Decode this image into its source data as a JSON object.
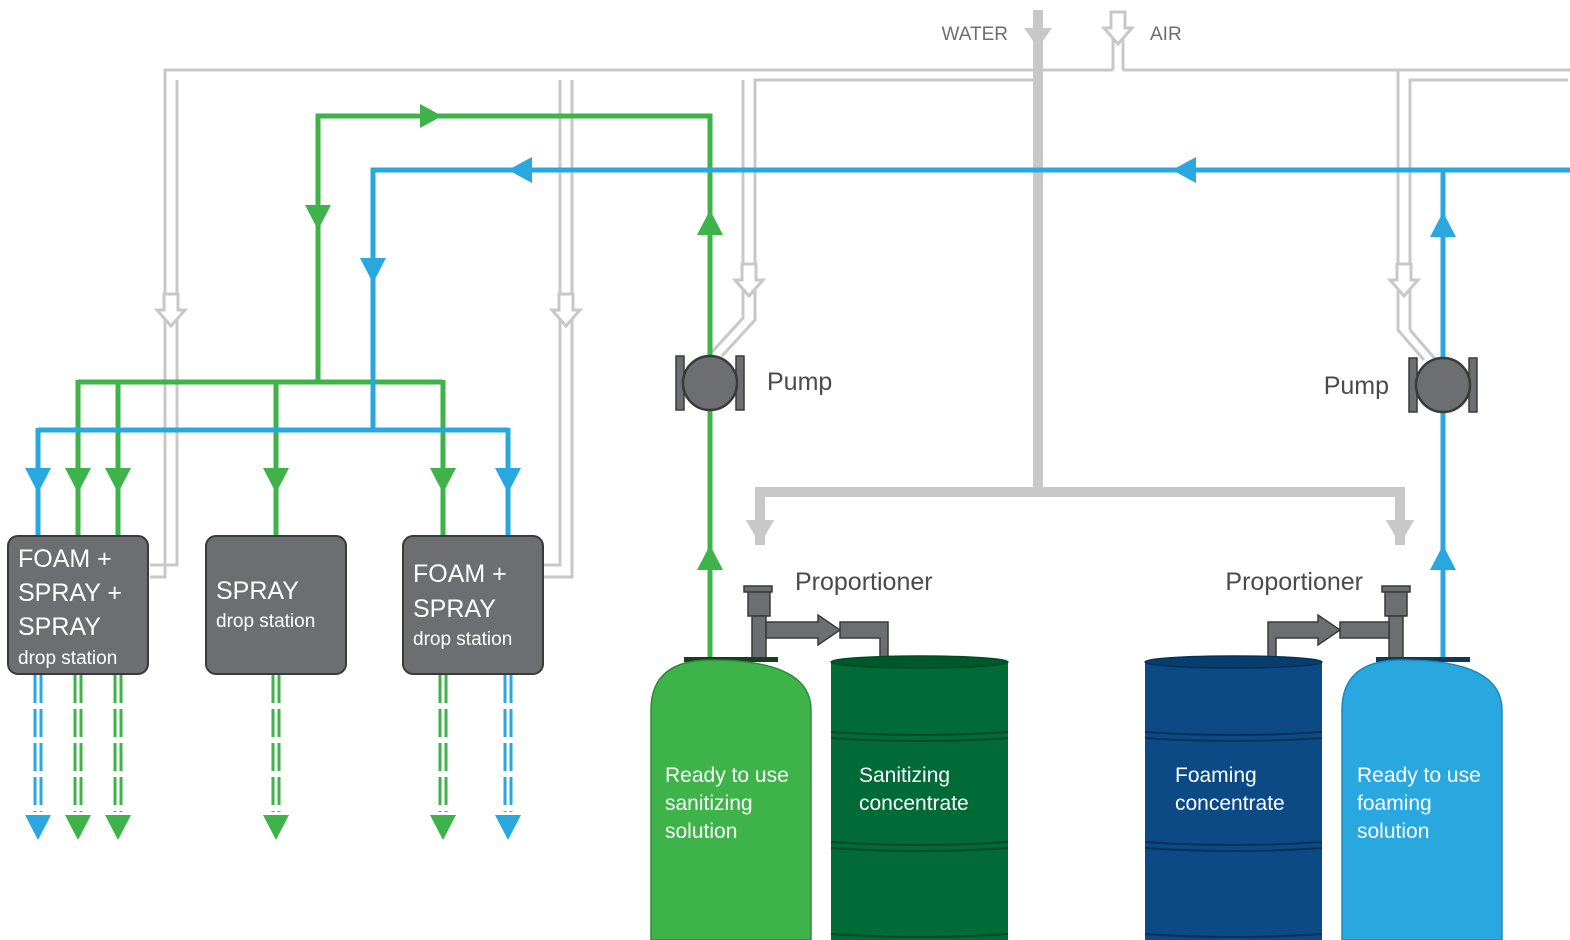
{
  "legend": {
    "water": "WATER",
    "air": "AIR"
  },
  "pumps": [
    {
      "label": "Pump"
    },
    {
      "label": "Pump"
    }
  ],
  "proportioners": [
    {
      "label": "Proportioner"
    },
    {
      "label": "Proportioner"
    }
  ],
  "stations": [
    {
      "lines": [
        "FOAM +",
        "SPRAY +",
        "SPRAY"
      ],
      "sub": "drop station"
    },
    {
      "lines": [
        "SPRAY"
      ],
      "sub": "drop station"
    },
    {
      "lines": [
        "FOAM +",
        "SPRAY"
      ],
      "sub": "drop station"
    }
  ],
  "tanks": [
    {
      "lines": [
        "Ready to use",
        "sanitizing",
        "solution"
      ]
    },
    {
      "lines": [
        "Sanitizing",
        "concentrate"
      ]
    },
    {
      "lines": [
        "Foaming",
        "concentrate"
      ]
    },
    {
      "lines": [
        "Ready to use",
        "foaming",
        "solution"
      ]
    }
  ],
  "colors": {
    "water_line": "#c8c8c8",
    "sanitizer_line": "#3db34a",
    "foam_line": "#29a8e0",
    "station_fill": "#6d6e71",
    "pump_fill": "#6d6e71",
    "rtu_sanitizer_tank": "#3db34a",
    "sanitizer_concentrate_drum": "#006b36",
    "foam_concentrate_drum": "#0b4a85",
    "rtu_foam_tank": "#29a8e0"
  }
}
